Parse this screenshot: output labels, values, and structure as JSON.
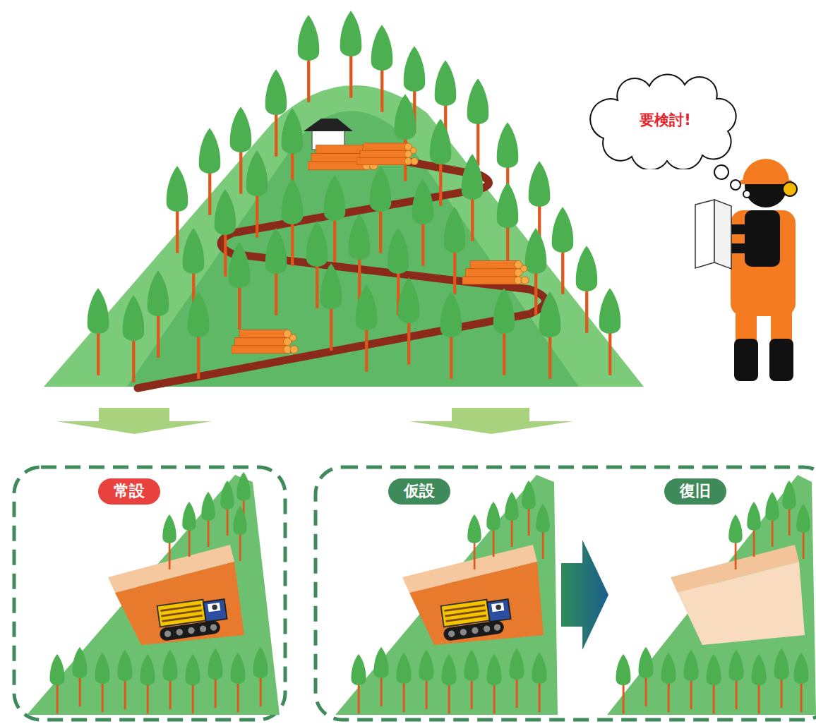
{
  "diagram": {
    "nodes": [
      {
        "text": [
          "要検討!"
        ]
      },
      {
        "text": [
          "常設"
        ]
      },
      {
        "text": [
          "仮設"
        ]
      },
      {
        "text": [
          "復旧"
        ]
      }
    ],
    "edges": [
      {
        "from": 2,
        "to": 3,
        "arrow": "to"
      }
    ]
  }
}
